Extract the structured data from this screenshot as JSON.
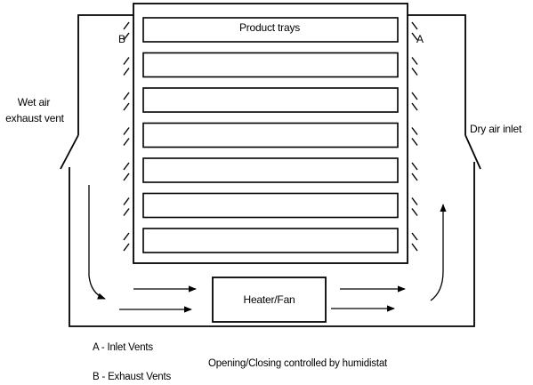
{
  "labels": {
    "product_trays": "Product trays",
    "heater_fan": "Heater/Fan",
    "wet_air_line1": "Wet air",
    "wet_air_line2": "exhaust vent",
    "dry_air_inlet": "Dry air inlet",
    "side_b": "B",
    "side_a": "A",
    "legend_a": "A - Inlet Vents",
    "legend_b": "B - Exhaust Vents",
    "caption": "Opening/Closing controlled by humidistat"
  },
  "trays": {
    "count": 7
  },
  "colors": {
    "ink": "#000000",
    "background": "#ffffff"
  }
}
